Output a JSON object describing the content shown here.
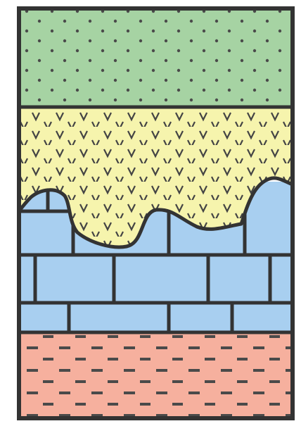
{
  "layers": [
    {
      "id": "top-dotted-layer",
      "color": "#a6d3a3",
      "pattern": "dots"
    },
    {
      "id": "v-pattern-layer",
      "color": "#f6f4ad",
      "pattern": "v-marks"
    },
    {
      "id": "brick-layer",
      "color": "#a8cff0",
      "pattern": "bricks"
    },
    {
      "id": "dashed-layer",
      "color": "#f6b09e",
      "pattern": "dashes"
    }
  ],
  "line_color": "#333333"
}
